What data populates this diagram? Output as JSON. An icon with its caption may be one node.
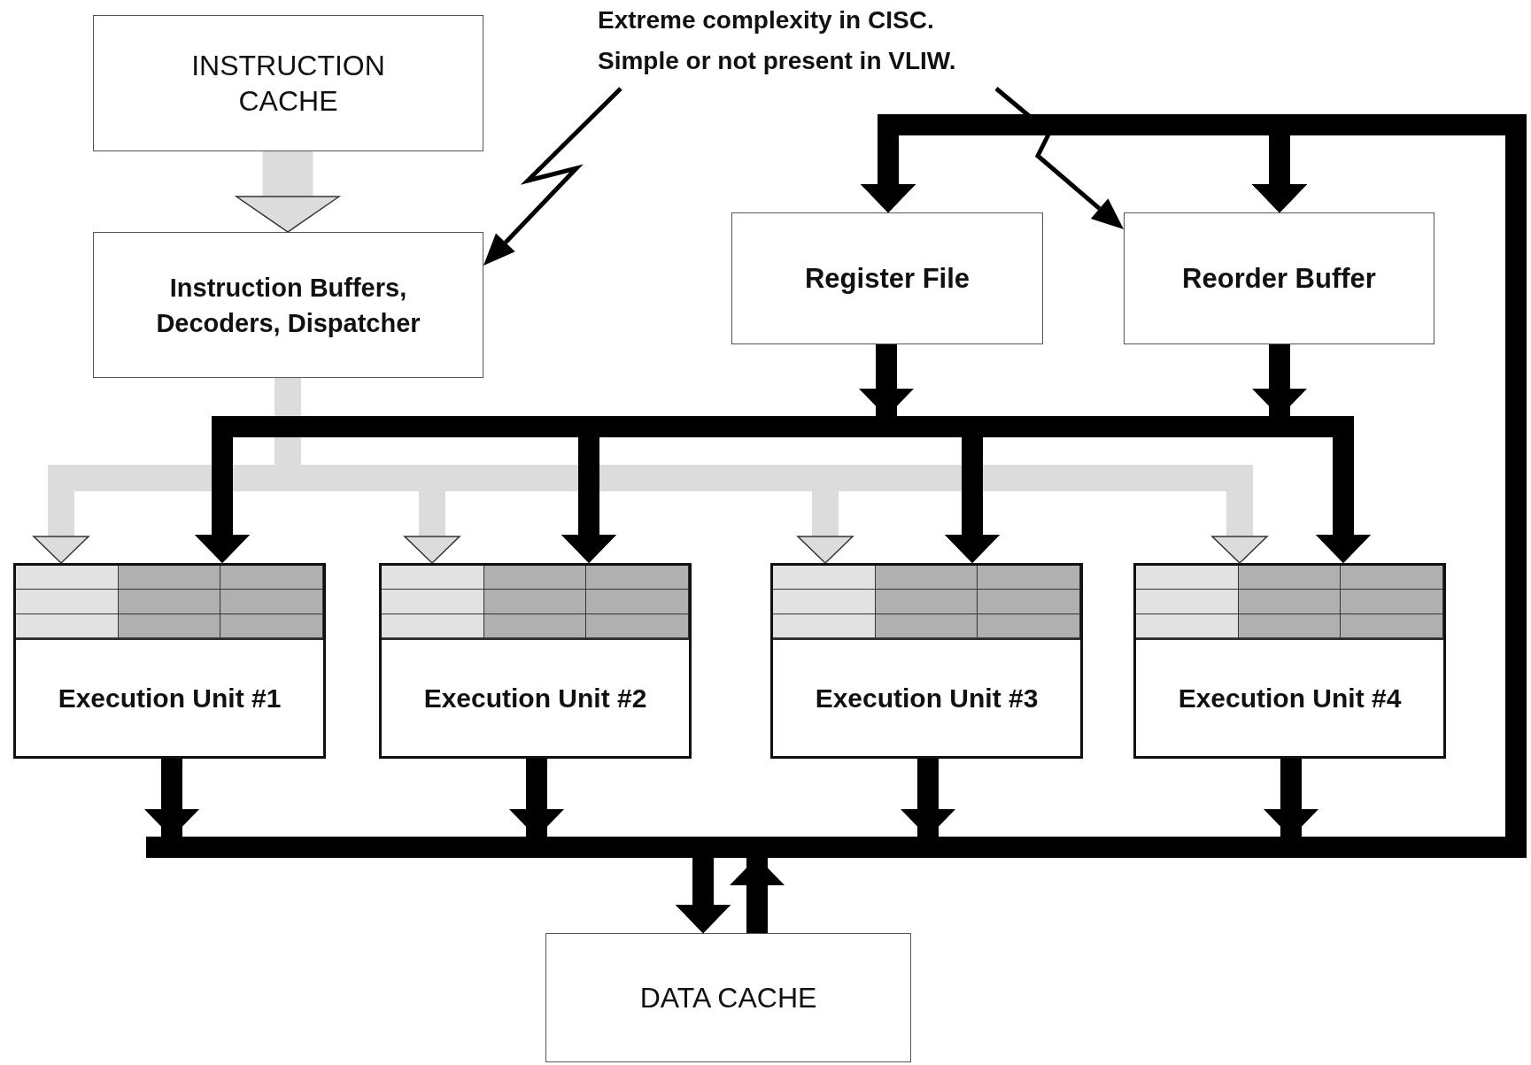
{
  "diagram": {
    "nodes": [
      {
        "text": [
          "INSTRUCTION CACHE"
        ]
      },
      {
        "text": [
          "Instruction Buffers, Decoders, Dispatcher"
        ]
      },
      {
        "text": [
          "Extreme complexity in CISC.",
          "Simple or not present in VLIW."
        ]
      },
      {
        "text": [
          "Register File"
        ]
      },
      {
        "text": [
          "Reorder Buffer"
        ]
      },
      {
        "text": [
          "Execution Unit #1"
        ]
      },
      {
        "text": [
          "Execution Unit #2"
        ]
      },
      {
        "text": [
          "Execution Unit #3"
        ]
      },
      {
        "text": [
          "Execution Unit #4"
        ]
      },
      {
        "text": [
          "DATA CACHE"
        ]
      }
    ],
    "edges": [
      {
        "from": 0,
        "to": 1,
        "arrow": "to",
        "style": "thick",
        "color": "#dcdcdc"
      },
      {
        "from": 1,
        "to": 5,
        "arrow": "to",
        "color": "#dcdcdc"
      },
      {
        "from": 1,
        "to": 6,
        "arrow": "to",
        "color": "#dcdcdc"
      },
      {
        "from": 1,
        "to": 7,
        "arrow": "to",
        "color": "#dcdcdc"
      },
      {
        "from": 1,
        "to": 8,
        "arrow": "to",
        "color": "#dcdcdc"
      },
      {
        "from": 2,
        "to": 1,
        "arrow": "to"
      },
      {
        "from": 2,
        "to": 4,
        "arrow": "to"
      },
      {
        "from": 3,
        "to": 5,
        "arrow": "to"
      },
      {
        "from": 3,
        "to": 6,
        "arrow": "to"
      },
      {
        "from": 3,
        "to": 7,
        "arrow": "to"
      },
      {
        "from": 3,
        "to": 8,
        "arrow": "to"
      },
      {
        "from": 4,
        "to": 5,
        "arrow": "to"
      },
      {
        "from": 4,
        "to": 6,
        "arrow": "to"
      },
      {
        "from": 4,
        "to": 7,
        "arrow": "to"
      },
      {
        "from": 4,
        "to": 8,
        "arrow": "to"
      },
      {
        "from": 5,
        "to": 3,
        "arrow": "to"
      },
      {
        "from": 6,
        "to": 3,
        "arrow": "to"
      },
      {
        "from": 7,
        "to": 3,
        "arrow": "to"
      },
      {
        "from": 8,
        "to": 3,
        "arrow": "to"
      },
      {
        "from": 5,
        "to": 4,
        "arrow": "to"
      },
      {
        "from": 6,
        "to": 4,
        "arrow": "to"
      },
      {
        "from": 7,
        "to": 4,
        "arrow": "to"
      },
      {
        "from": 8,
        "to": 4,
        "arrow": "to"
      },
      {
        "from": 5,
        "to": 9,
        "arrow": "to"
      },
      {
        "from": 6,
        "to": 9,
        "arrow": "to"
      },
      {
        "from": 7,
        "to": 9,
        "arrow": "to"
      },
      {
        "from": 8,
        "to": 9,
        "arrow": "to"
      },
      {
        "from": 9,
        "to": 3,
        "arrow": "to"
      },
      {
        "from": 9,
        "to": 4,
        "arrow": "to"
      }
    ]
  }
}
